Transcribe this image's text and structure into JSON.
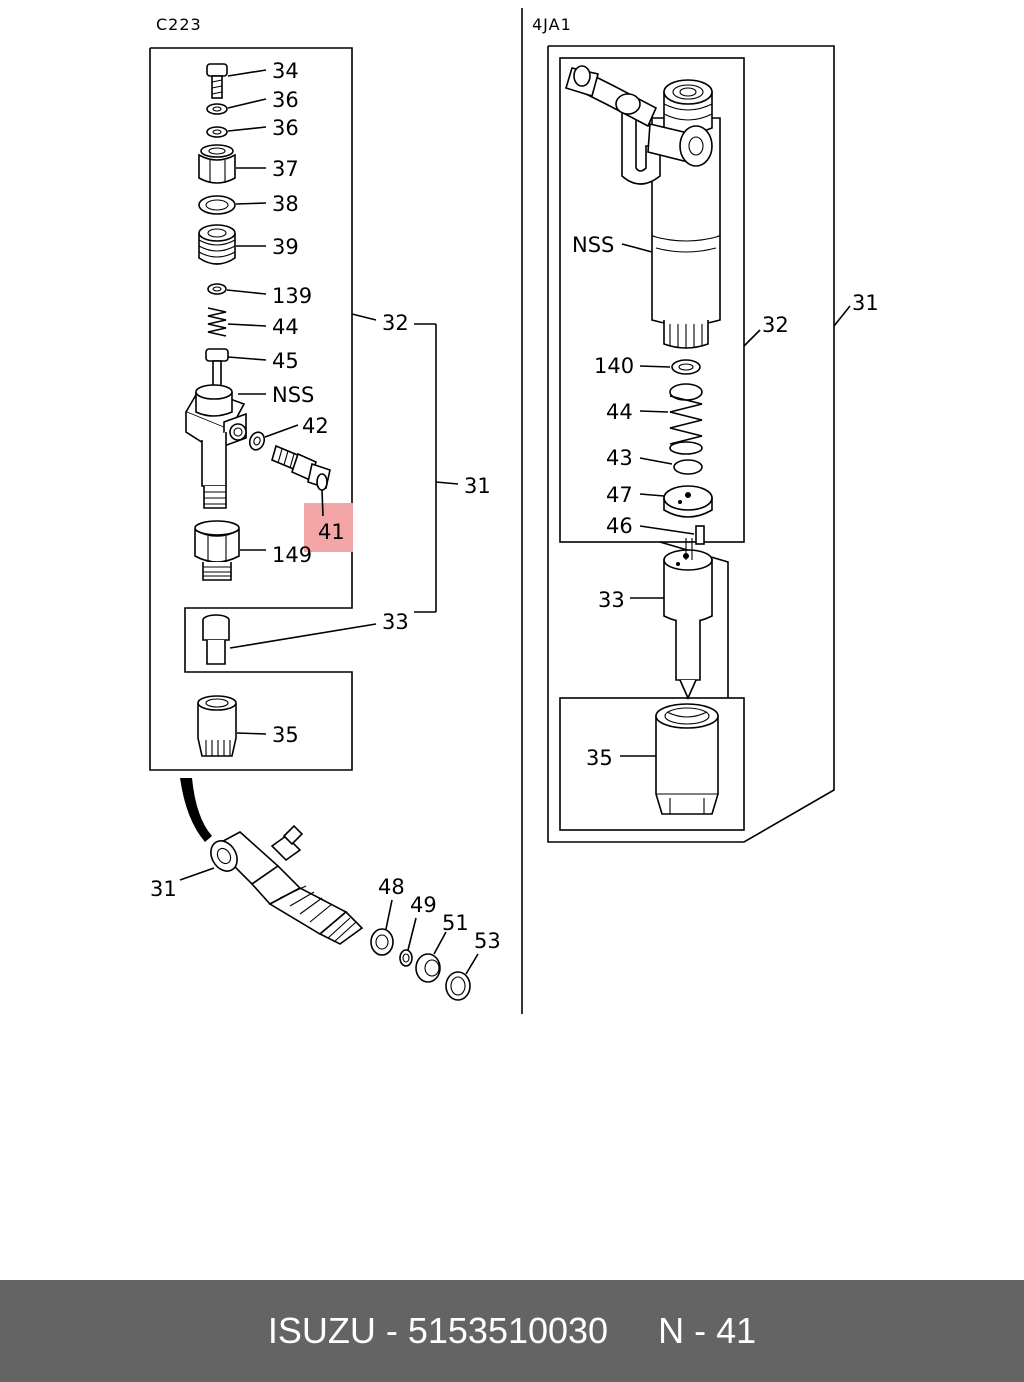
{
  "diagram": {
    "left_panel": {
      "title": "C223",
      "labels": [
        "34",
        "36",
        "36",
        "37",
        "38",
        "39",
        "139",
        "44",
        "45",
        "NSS",
        "42",
        "41",
        "149",
        "32",
        "31",
        "33",
        "35"
      ],
      "highlighted_label": "41",
      "highlight_color": "#f4a6a6"
    },
    "right_panel": {
      "title": "4JA1",
      "labels": [
        "NSS",
        "32",
        "31",
        "140",
        "44",
        "43",
        "47",
        "46",
        "33",
        "35"
      ]
    },
    "assembly_view": {
      "labels": [
        "31",
        "48",
        "49",
        "51",
        "53"
      ]
    }
  },
  "footer": {
    "brand": "ISUZU",
    "separator": "-",
    "part_number": "5153510030",
    "ref_prefix": "N",
    "ref_number": "41",
    "background_color": "#646464",
    "text_color": "#ffffff"
  }
}
